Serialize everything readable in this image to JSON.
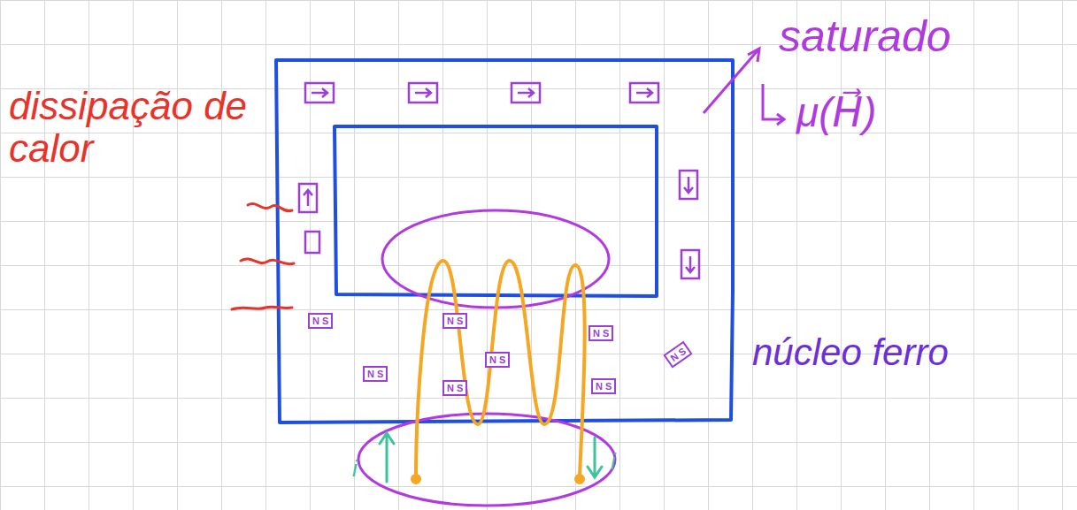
{
  "diagram": {
    "labels": [
      "saturado",
      "μ(H⃗)",
      "dissipação de calor",
      "núcleo ferro",
      "i",
      "i",
      "N S",
      "N S",
      "N S",
      "N S",
      "N S",
      "N S",
      "N S",
      "N S"
    ]
  }
}
